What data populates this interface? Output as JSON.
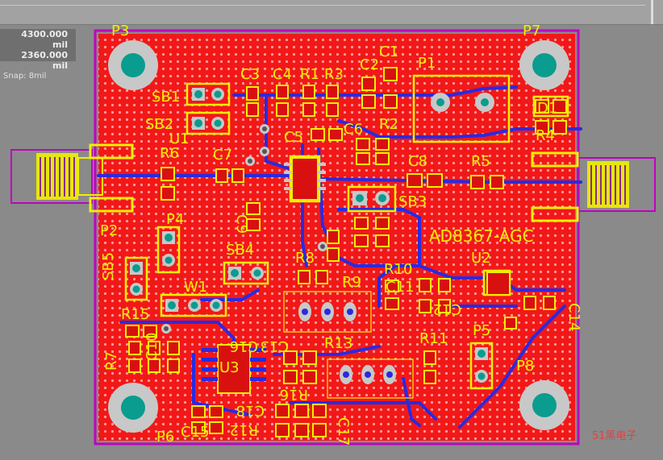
{
  "readout": {
    "x": "4300.000 mil",
    "y": "2360.000 mil",
    "snap": "Snap: 8mil"
  },
  "board": {
    "designators": [
      "P3",
      "P7",
      "C3",
      "C4",
      "R1",
      "R3",
      "C2",
      "C1",
      "P1",
      "SB1",
      "SB2",
      "U1",
      "C5",
      "C6",
      "R2",
      "D1",
      "R4",
      "R6",
      "C7",
      "P2",
      "C8",
      "R5",
      "SB3",
      "P4",
      "C9",
      "SB4",
      "AD8367-AGC",
      "R8",
      "R10",
      "U2",
      "SB5",
      "W1",
      "R9",
      "C11",
      "C12",
      "R15",
      "C10",
      "R7",
      "C13",
      "C14",
      "U3",
      "C16",
      "R13",
      "R11",
      "P5",
      "P8",
      "C17",
      "C15",
      "C18",
      "R12",
      "R16",
      "P6"
    ],
    "part_label": "AD8367-AGC"
  },
  "watermark": "51黑电子",
  "colors": {
    "board": "#f21818",
    "silk": "#f0f000",
    "trace": "#2a2ae0",
    "via": "#c8c8c8",
    "drill": "#0a9c8f",
    "outline": "#c000c0",
    "background": "#8a8a8a"
  }
}
